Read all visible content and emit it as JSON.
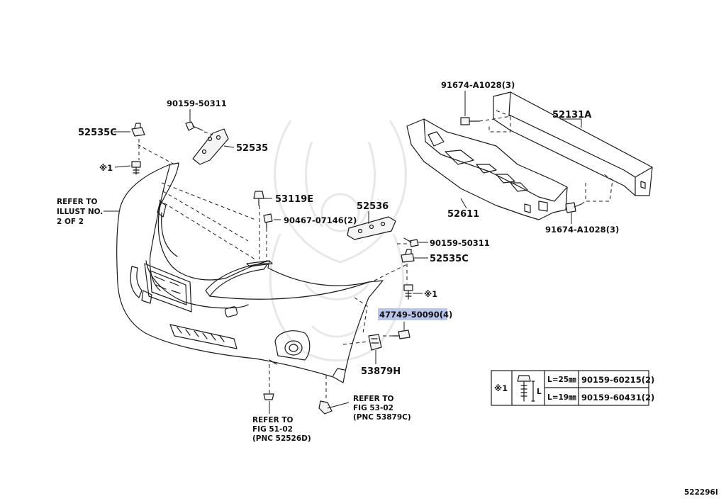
{
  "diagram": {
    "figure_code": "522296I",
    "labels": {
      "p_90159_50311_top": "90159-50311",
      "p_52535C_left": "52535C",
      "p_52535": "52535",
      "p_note1_left": "※1",
      "p_refer_illust": [
        "REFER TO",
        "ILLUST NO.",
        "2 OF 2"
      ],
      "p_53119E": "53119E",
      "p_90467_07146": "90467-07146(2)",
      "p_52536": "52536",
      "p_90159_50311_mid": "90159-50311",
      "p_52535C_right": "52535C",
      "p_note1_right": "※1",
      "p_47749_50090": "47749-50090(4)",
      "p_53879H": "53879H",
      "p_refer_fig51": [
        "REFER TO",
        "FIG 51-02",
        "(PNC 52526D)"
      ],
      "p_refer_fig53": [
        "REFER TO",
        "FIG 53-02",
        "(PNC 53879C)"
      ],
      "p_91674_top": "91674-A1028(3)",
      "p_52131A": "52131A",
      "p_52611": "52611",
      "p_91674_bottom": "91674-A1028(3)"
    },
    "highlight_color": "#b9c5ea",
    "note_table": {
      "mark": "※1",
      "dimension_label": "L",
      "rows": [
        {
          "length": "L=25㎜",
          "part": "90159-60215(2)"
        },
        {
          "length": "L=19㎜",
          "part": "90159-60431(2)"
        }
      ]
    }
  }
}
